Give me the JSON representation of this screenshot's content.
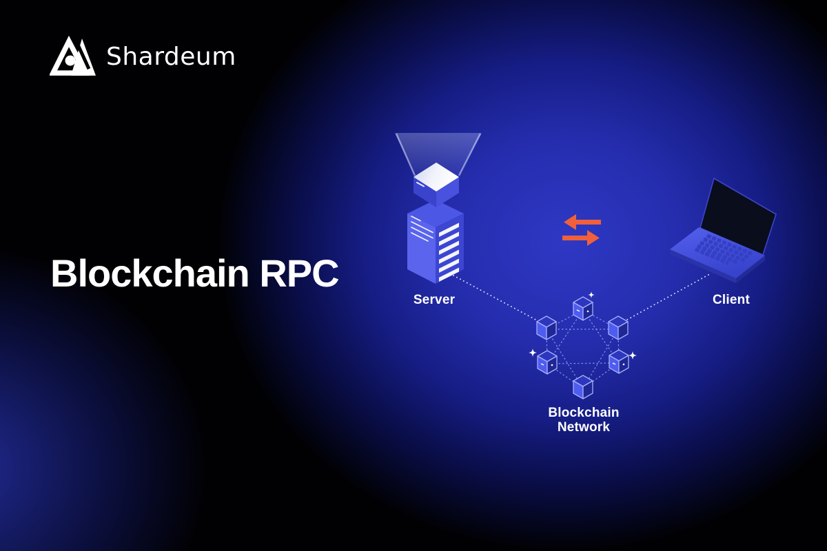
{
  "brand": {
    "name": "Shardeum"
  },
  "headline": {
    "title": "Blockchain RPC"
  },
  "diagram": {
    "server": {
      "label": "Server"
    },
    "client": {
      "label": "Client"
    },
    "network": {
      "label": "Blockchain Network",
      "node_count": 6
    },
    "icons": {
      "logo": "shardeum-triangle-logo",
      "transfer": "swap-arrows",
      "sparkle": "sparkle"
    },
    "colors": {
      "background_glow": "#252DAE",
      "accent_orange": "#F0603C",
      "node_blue_bright": "#4F5CF0",
      "node_blue_dark": "#1F2794",
      "server_face_light": "#5A64EC",
      "server_face_dark": "#3C46D2",
      "text": "#FFFFFF"
    }
  }
}
